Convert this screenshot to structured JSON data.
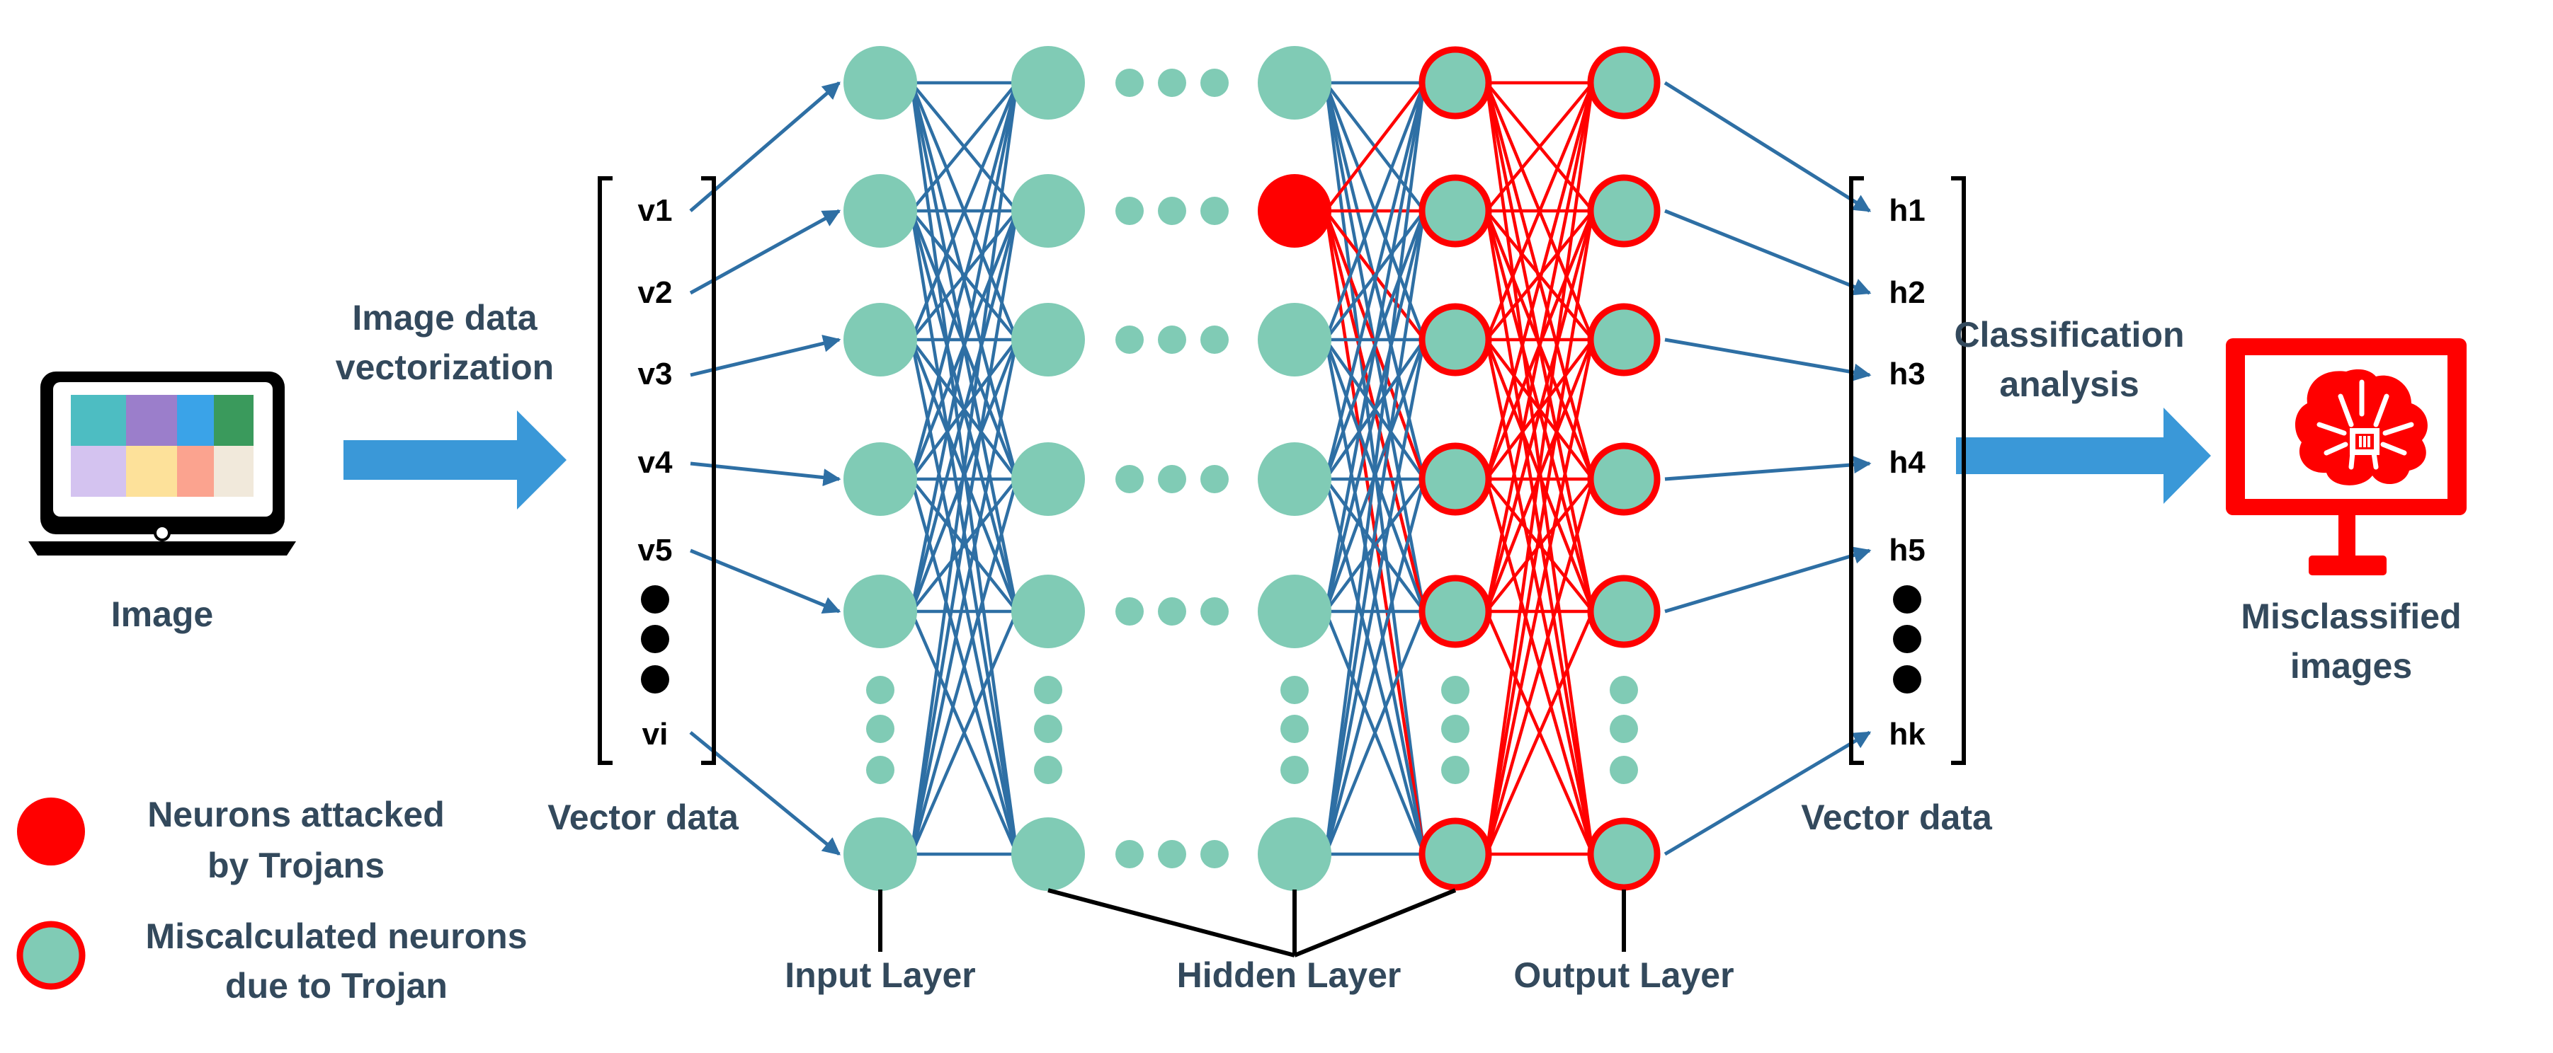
{
  "labels": {
    "image": "Image",
    "vectorization_line1": "Image data",
    "vectorization_line2": "vectorization",
    "vector_data_left": "Vector data",
    "vector_data_right": "Vector data",
    "classification_line1": "Classification",
    "classification_line2": "analysis",
    "misclassified_line1": "Misclassified",
    "misclassified_line2": "images",
    "input_layer": "Input Layer",
    "hidden_layer": "Hidden Layer",
    "output_layer": "Output Layer"
  },
  "legend": {
    "attacked_line1": "Neurons attacked",
    "attacked_line2": "by Trojans",
    "miscalc_line1": "Miscalculated neurons",
    "miscalc_line2": "due to Trojan"
  },
  "input_vector": [
    "v1",
    "v2",
    "v3",
    "v4",
    "v5",
    "vi"
  ],
  "output_vector": [
    "h1",
    "h2",
    "h3",
    "h4",
    "h5",
    "hk"
  ],
  "colors": {
    "neuron": "#80cbb5",
    "attacked": "#ff0000",
    "edge_normal": "#2e6fa4",
    "edge_trojan": "#ff0000",
    "arrow": "#3a98d8",
    "text": "#33495c",
    "laptop_tiles": [
      "#4dbdc2",
      "#9b7ecb",
      "#3aa3e8",
      "#3a9a5c",
      "#d4c3f0",
      "#fde19a",
      "#fba38f",
      "#f1e9db"
    ]
  },
  "icons": {
    "laptop": "laptop-icon",
    "monitor": "monitor-icon",
    "brain": "brain-icon"
  }
}
